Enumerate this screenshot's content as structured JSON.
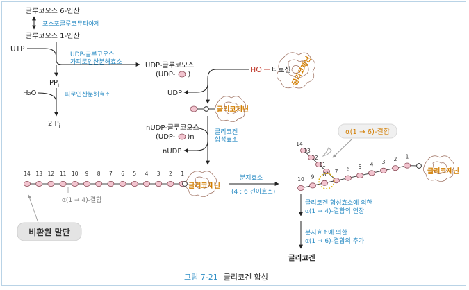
{
  "labels": {
    "g6p": "글루코오스 6-인산",
    "pgm": "포스포글루코뮤타아제",
    "g1p": "글루코오스 1-인산",
    "utp": "UTP",
    "udpgp_1": "UDP-글루코오스",
    "udpgp_2": "가피로인산분해효소",
    "ppi": "PP",
    "ppi_sub": "i",
    "h2o": "H₂O",
    "ppase": "피로인산분해효소",
    "two_pi": "2 P",
    "pi_sub": "i",
    "udpglc_1": "UDP-글루코오스",
    "udpglc_2": "(UDP-",
    "ho": "HO",
    "tyrosine": "티로신",
    "glycogenin_rot": "글리코제닌",
    "udp": "UDP",
    "glycogenin_a": "글리코제닌",
    "nudpglc_1": "nUDP-글루코오스",
    "nudpglc_2": "(UDP-",
    "nudpglc_2b": ")n",
    "gs_1": "글리코겐",
    "gs_2": "합성효소",
    "nudp": "nUDP",
    "chain_numbers": [
      "14",
      "13",
      "12",
      "11",
      "10",
      "9",
      "8",
      "7",
      "6",
      "5",
      "4",
      "3",
      "2",
      "1"
    ],
    "glycogenin_b": "글리코제닌",
    "a14_bond": "α(1 → 4)-결합",
    "branch_1": "분지효소",
    "branch_2": "(4 : 6 전이효소)",
    "nonreducing": "비환원 말단",
    "a16_bond": "α(1 → 6)-결합",
    "branch_numbers": [
      "14",
      "13",
      "12",
      "11"
    ],
    "main_numbers": [
      "10",
      "9",
      "8",
      "7",
      "6",
      "5",
      "4",
      "3",
      "2",
      "1"
    ],
    "glycogenin_c": "글리코제닌",
    "ext_1": "글리코겐 합성효소에 의한",
    "ext_2": "α(1 → 4)-결합의 연장",
    "add_1": "분지효소에 의한",
    "add_2": "α(1 → 6)-결합의 추가",
    "glycogen": "글리코겐"
  },
  "caption": {
    "figure": "그림 7-21",
    "title": "글리코겐 합성"
  },
  "colors": {
    "enzyme": "#2b8cc4",
    "glycogenin": "#d27d00",
    "glucose": "#f2c4cf",
    "frame": "#b9d3e6"
  }
}
